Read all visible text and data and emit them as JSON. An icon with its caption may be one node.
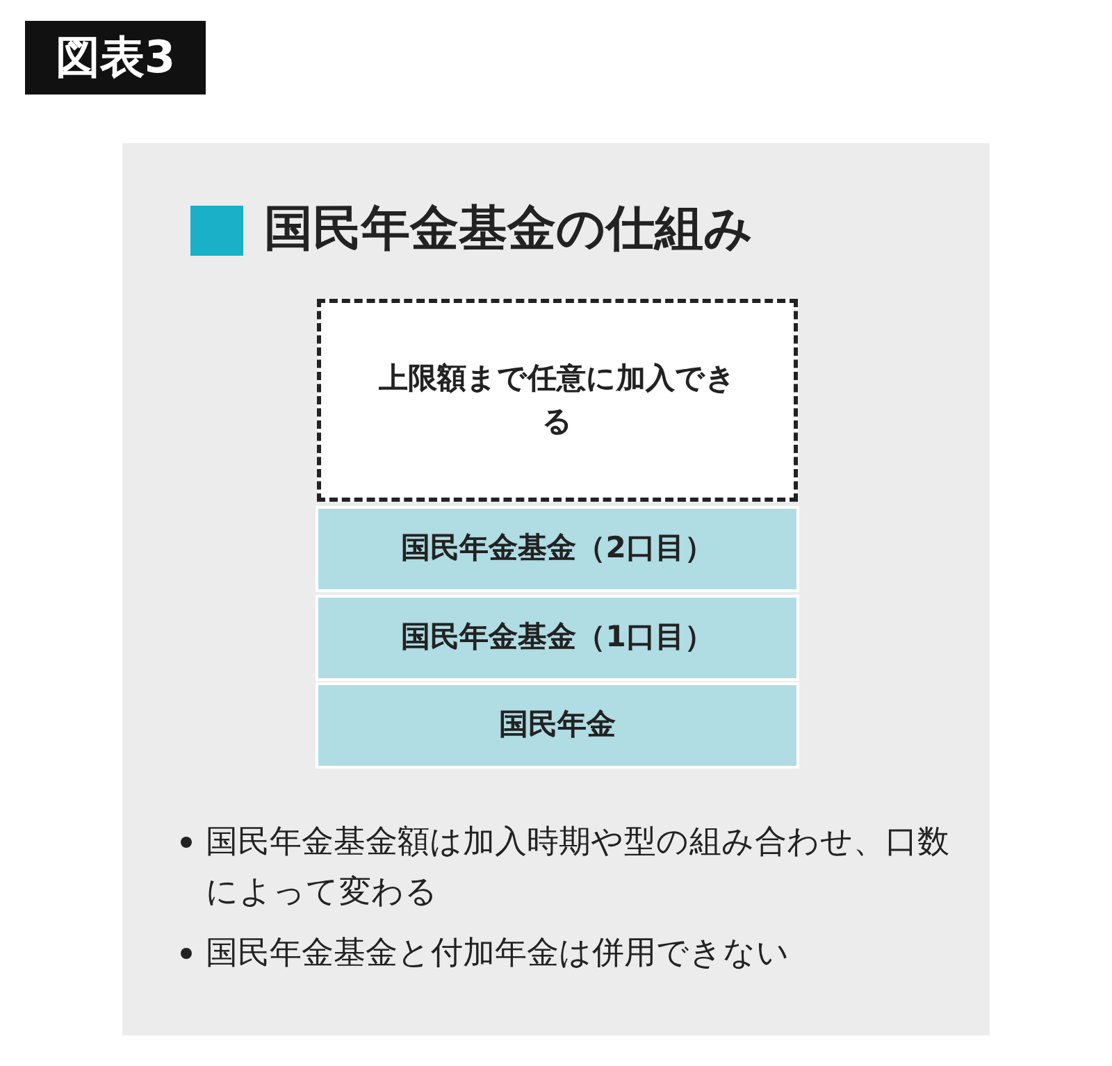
{
  "diagram": {
    "title": "国民年金基金の仕組み",
    "nodes": [
      {
        "text": [
          "上限額まで任意に加入できる"
        ]
      },
      {
        "text": [
          "国民年金基金（2口目）"
        ]
      },
      {
        "text": [
          "国民年金基金（1口目）"
        ]
      },
      {
        "text": [
          "国民年金"
        ]
      }
    ],
    "labels": [
      "図表3",
      "国民年金基金額は加入時期や型の組み合わせ、口数によって変わる",
      "国民年金基金と付加年金は併用できない"
    ]
  }
}
